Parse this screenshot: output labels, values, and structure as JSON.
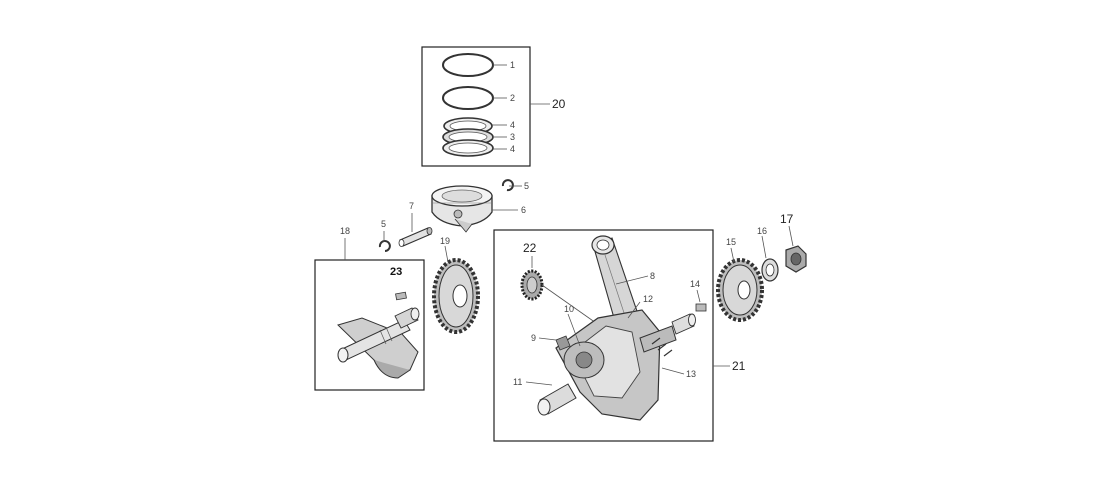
{
  "callouts": {
    "c1": "1",
    "c2": "2",
    "c3": "3",
    "c4a": "4",
    "c4b": "4",
    "c5a": "5",
    "c5b": "5",
    "c6": "6",
    "c7": "7",
    "c8": "8",
    "c9": "9",
    "c10": "10",
    "c11": "11",
    "c12": "12",
    "c13": "13",
    "c14": "14",
    "c15": "15",
    "c16": "16",
    "c17": "17",
    "c18": "18",
    "c19": "19",
    "c20": "20",
    "c21": "21",
    "c22": "22",
    "c23": "23"
  },
  "colors": {
    "line": "#555555",
    "part_fill": "#d8d8d8",
    "dark_fill": "#9a9a9a"
  }
}
